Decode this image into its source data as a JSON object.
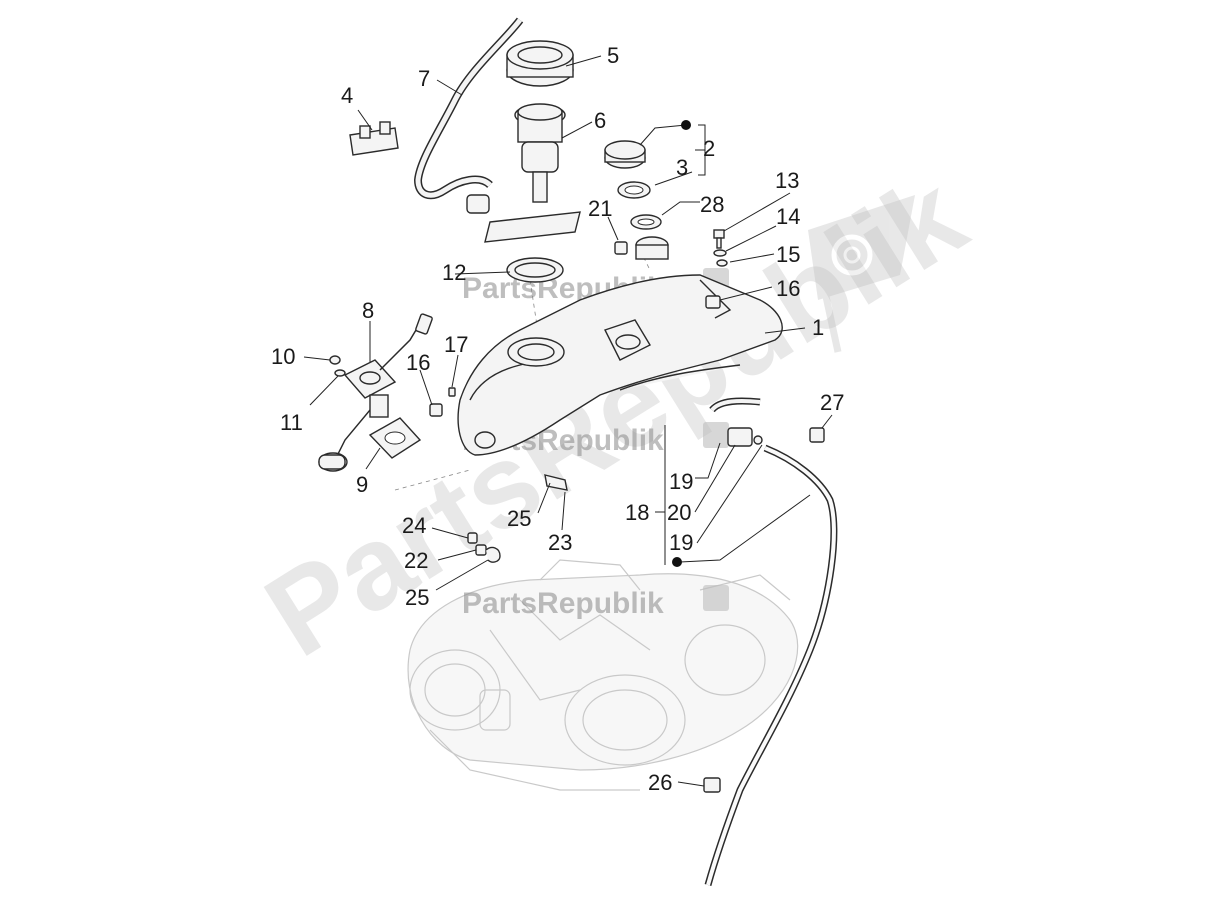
{
  "watermark": {
    "brand": "PartsRepublik",
    "big": "PartsRepublik"
  },
  "callouts": [
    {
      "id": "1",
      "text": "1"
    },
    {
      "id": "2",
      "text": "2"
    },
    {
      "id": "3",
      "text": "3"
    },
    {
      "id": "4",
      "text": "4"
    },
    {
      "id": "5",
      "text": "5"
    },
    {
      "id": "6",
      "text": "6"
    },
    {
      "id": "7",
      "text": "7"
    },
    {
      "id": "8",
      "text": "8"
    },
    {
      "id": "9",
      "text": "9"
    },
    {
      "id": "10",
      "text": "10"
    },
    {
      "id": "11",
      "text": "11"
    },
    {
      "id": "12",
      "text": "12"
    },
    {
      "id": "13",
      "text": "13"
    },
    {
      "id": "14",
      "text": "14"
    },
    {
      "id": "15",
      "text": "15"
    },
    {
      "id": "16a",
      "text": "16"
    },
    {
      "id": "16b",
      "text": "16"
    },
    {
      "id": "17",
      "text": "17"
    },
    {
      "id": "18",
      "text": "18"
    },
    {
      "id": "19a",
      "text": "19"
    },
    {
      "id": "19b",
      "text": "19"
    },
    {
      "id": "20",
      "text": "20"
    },
    {
      "id": "21",
      "text": "21"
    },
    {
      "id": "22",
      "text": "22"
    },
    {
      "id": "23",
      "text": "23"
    },
    {
      "id": "24",
      "text": "24"
    },
    {
      "id": "25a",
      "text": "25"
    },
    {
      "id": "25b",
      "text": "25"
    },
    {
      "id": "26",
      "text": "26"
    },
    {
      "id": "27",
      "text": "27"
    },
    {
      "id": "28",
      "text": "28"
    }
  ]
}
